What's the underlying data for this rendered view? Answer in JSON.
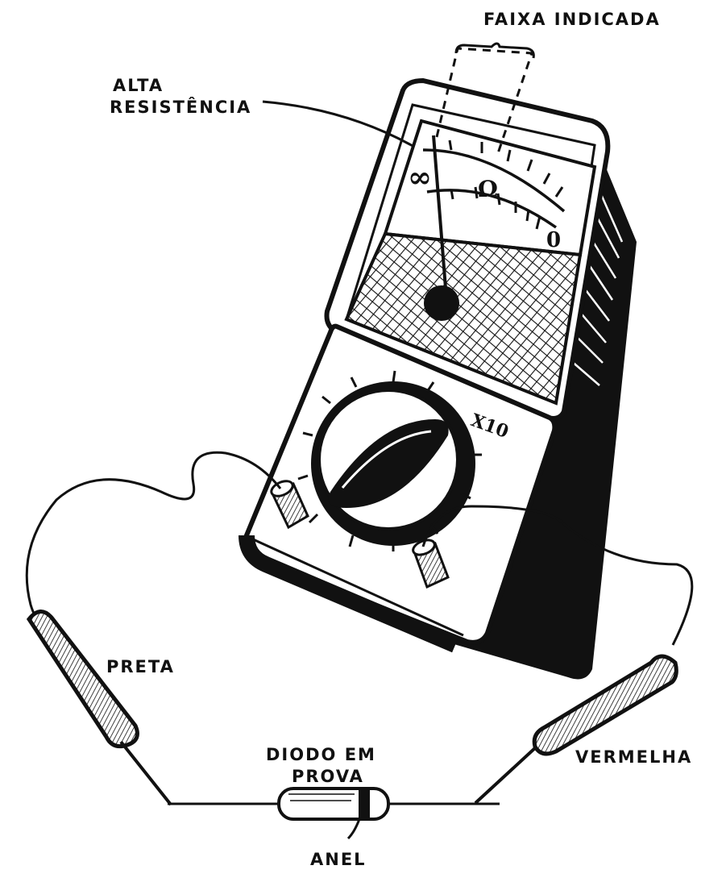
{
  "labels": {
    "faixa_indicada": "FAIXA INDICADA",
    "alta_line1": "ALTA",
    "alta_line2": "RESISTÊNCIA",
    "preta": "PRETA",
    "vermelha": "VERMELHA",
    "diodo_line1": "DIODO EM",
    "diodo_line2": "PROVA",
    "anel": "ANEL"
  },
  "meter": {
    "scale_infinity": "∞",
    "scale_unit": "Ω",
    "scale_zero": "0",
    "range_mark": "X10"
  },
  "colors": {
    "ink": "#111111",
    "paper": "#ffffff"
  }
}
